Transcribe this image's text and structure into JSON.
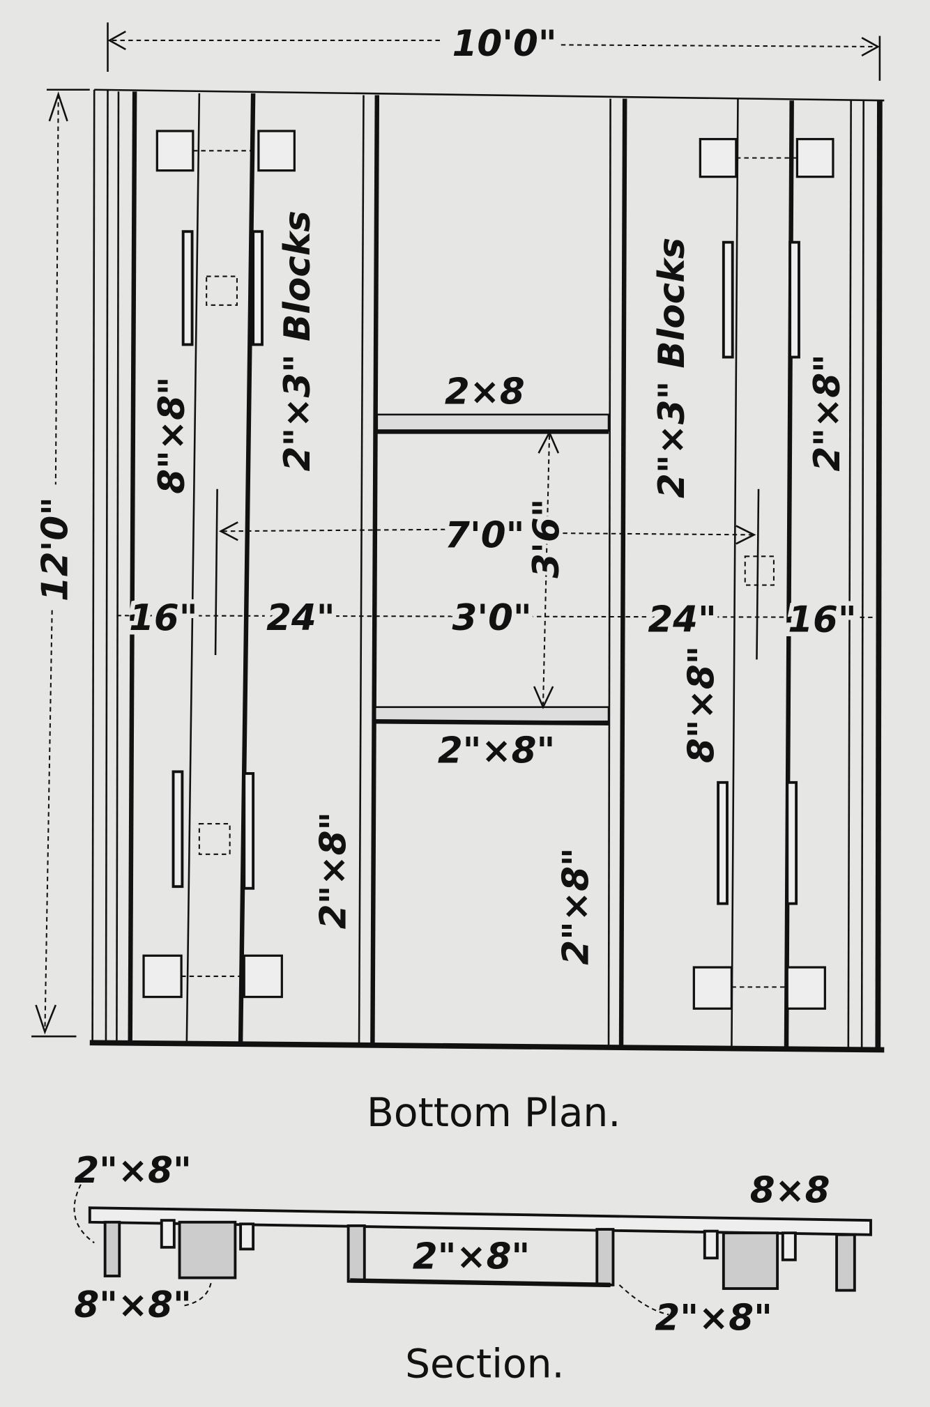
{
  "plan": {
    "title": "Bottom Plan.",
    "overall_width": "10'0\"",
    "overall_length": "12'0\"",
    "center_cross_top": "2×8",
    "center_cross_bottom": "2\"×8\"",
    "left_sill": "8\"×8\"",
    "left_blocks": "2\"×3\" Blocks",
    "right_blocks": "2\"×3\" Blocks",
    "right_edge": "2\"×8\"",
    "right_sill": "8\"×8\"",
    "left_joist": "2\"×8\"",
    "center_joist": "2\"×8\"",
    "sill_spacing": "7'0\"",
    "cross_spacing": "3'6\"",
    "spacings": [
      "16\"",
      "24\"",
      "3'0\"",
      "24\"",
      "16\""
    ]
  },
  "section": {
    "title": "Section.",
    "label_top_left": "2\"×8\"",
    "label_top_right": "8×8",
    "label_center": "2\"×8\"",
    "label_bottom_left": "8\"×8\"",
    "label_bottom_right": "2\"×8\""
  }
}
